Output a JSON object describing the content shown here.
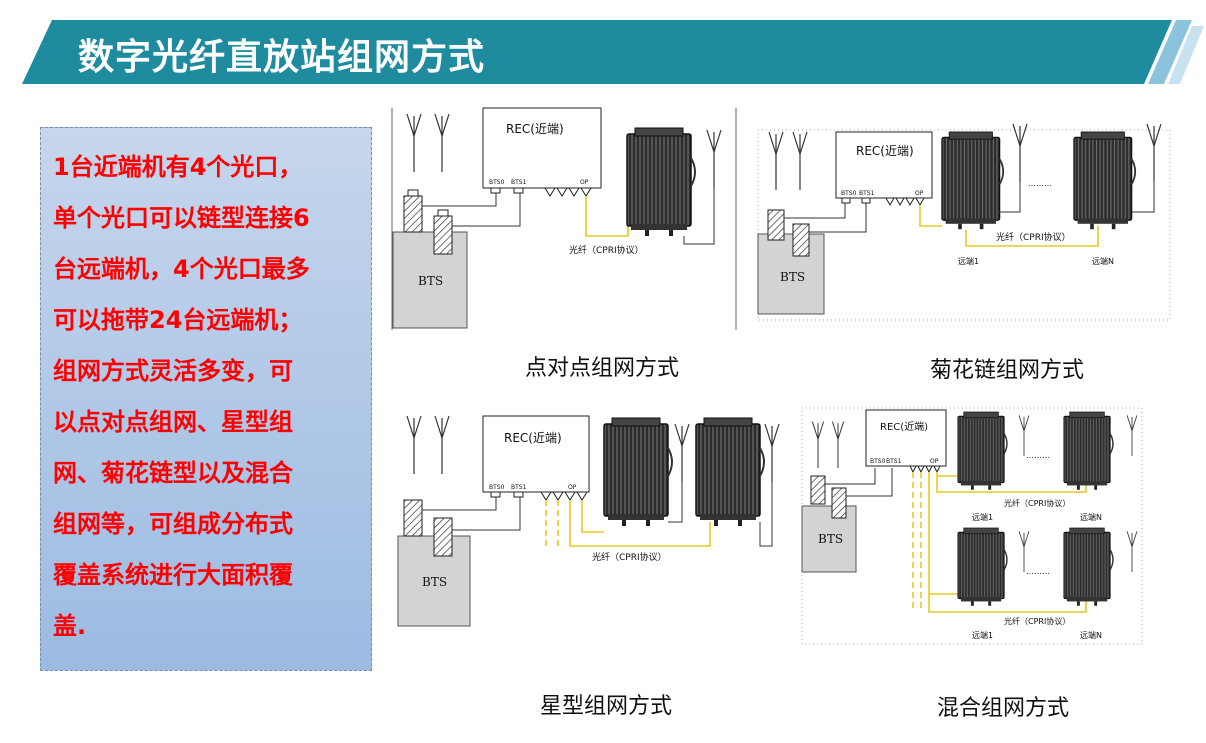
{
  "header": {
    "title": "数字光纤直放站组网方式"
  },
  "description": "1台近端机有4个光口，单个光口可以链型连接6台远端机，4个光口最多可以拖带24台远端机；组网方式灵活多变，可以点对点组网、星型组网、菊花链型以及混合组网等，可组成分布式覆盖系统进行大面积覆盖.",
  "description_lines": [
    "1台近端机有4个光口，",
    "单个光口可以链型连接6",
    "台远端机，4个光口最多",
    "可以拖带24台远端机；",
    "组网方式灵活多变，可",
    "以点对点组网、星型组",
    "网、菊花链型以及混合",
    "组网等，可组成分布式",
    "覆盖系统进行大面积覆",
    "盖."
  ],
  "diagram_labels": {
    "rec": "REC(近端)",
    "bts": "BTS",
    "port_bts0": "BTS0",
    "port_bts1": "BTS1",
    "port_op": "OP",
    "fiber": "光纤（CPRI协议）",
    "remote_1": "远端1",
    "remote_n": "远端N",
    "dots": "………"
  },
  "captions": {
    "p2p": "点对点组网方式",
    "daisy": "菊花链组网方式",
    "star": "星型组网方式",
    "hybrid": "混合组网方式"
  },
  "colors": {
    "banner": "#1e8c9e",
    "banner_light": "#b9dcea",
    "text": "#ff0000",
    "fiber": "#e8c820"
  }
}
